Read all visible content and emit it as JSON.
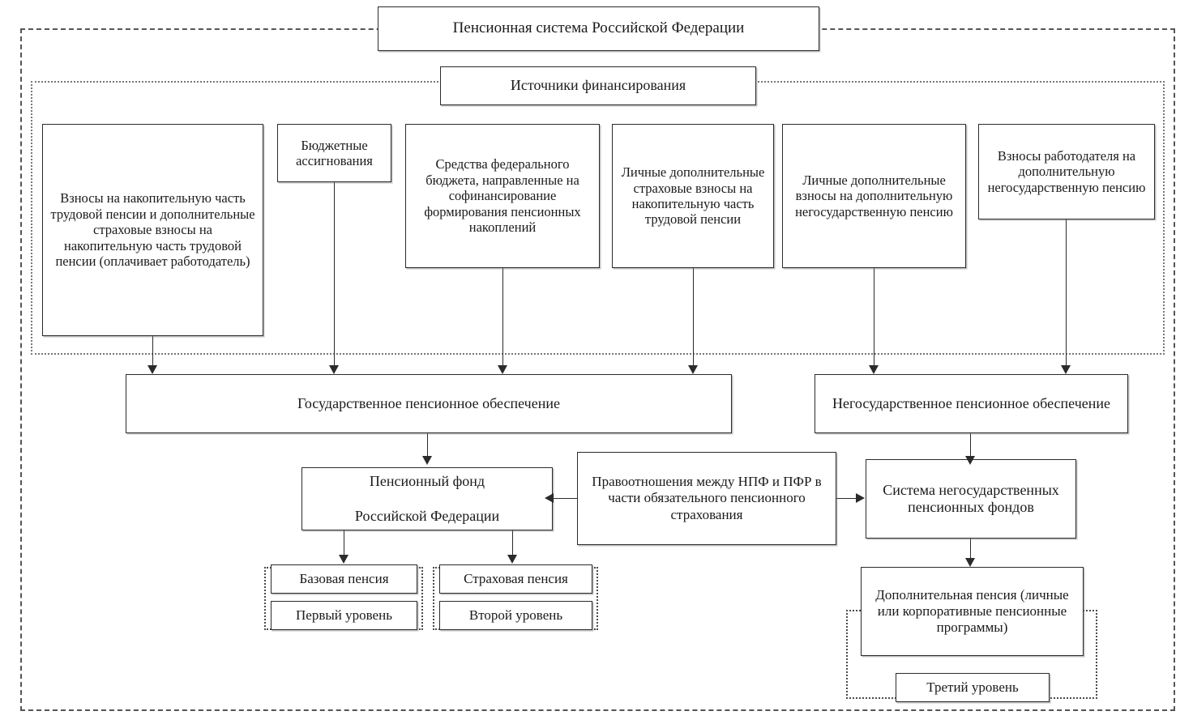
{
  "diagram": {
    "title": "Пенсионная система Российской Федерации",
    "subtitle": "Источники финансирования",
    "outer_frame_label": "pension-system-frame",
    "inner_frame_label": "financing-sources-frame"
  },
  "sources": [
    {
      "id": "src-1",
      "text": "Взносы на накопительную часть трудовой пенсии и дополнительные страховые взносы на накопительную часть трудовой пенсии (оплачивает работодатель)"
    },
    {
      "id": "src-2",
      "text": "Бюджетные ассигнования"
    },
    {
      "id": "src-3",
      "text": "Средства федерального бюджета, направленные на софинансирование формирования пенсионных накоплений"
    },
    {
      "id": "src-4",
      "text": "Личные дополнительные страховые взносы на  накопительную часть трудовой пенсии"
    },
    {
      "id": "src-5",
      "text": "Личные дополнительные взносы на дополнительную негосударственную пенсию"
    },
    {
      "id": "src-6",
      "text": "Взносы работодателя на дополнительную негосударственную пенсию"
    }
  ],
  "pillars": {
    "state": "Государственное пенсионное обеспечение",
    "non_state": "Негосударственное пенсионное обеспечение"
  },
  "institutions": {
    "pfr": "Пенсионный фонд\nРоссийской Федерации",
    "pfr_line1": "Пенсионный фонд",
    "pfr_line2": "Российской Федерации",
    "relations": "Правоотношения между НПФ и ПФР в части обязательного пенсионного страхования",
    "npf": "Система негосударственных пенсионных фондов"
  },
  "pensions": {
    "basic": "Базовая пенсия",
    "insurance": "Страховая пенсия",
    "additional": "Дополнительная пенсия (личные или корпоративные пенсионные программы)"
  },
  "levels": {
    "first": "Первый уровень",
    "second": "Второй уровень",
    "third": "Третий уровень"
  },
  "colors": {
    "stroke": "#2b2b2b",
    "frame_outer": "#555555",
    "frame_inner": "#777777",
    "background": "#ffffff"
  }
}
